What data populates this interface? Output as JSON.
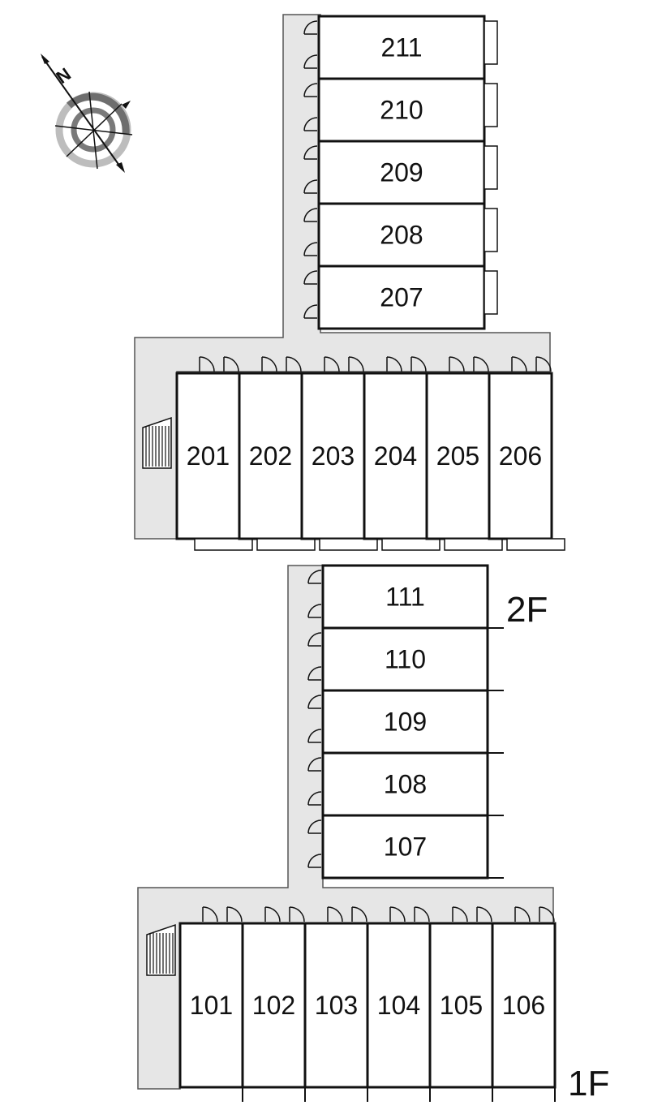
{
  "compass": {
    "north_label": "N",
    "icon": "compass-rose-icon"
  },
  "floors": [
    {
      "id": "floor-2",
      "label": "2F",
      "vertical_units": [
        "211",
        "210",
        "209",
        "208",
        "207"
      ],
      "horizontal_units": [
        "201",
        "202",
        "203",
        "204",
        "205",
        "206"
      ]
    },
    {
      "id": "floor-1",
      "label": "1F",
      "vertical_units": [
        "111",
        "110",
        "109",
        "108",
        "107"
      ],
      "horizontal_units": [
        "101",
        "102",
        "103",
        "104",
        "105",
        "106"
      ]
    }
  ],
  "colors": {
    "corridor": "#e6e6e6",
    "wall": "#111111",
    "background": "#ffffff"
  }
}
